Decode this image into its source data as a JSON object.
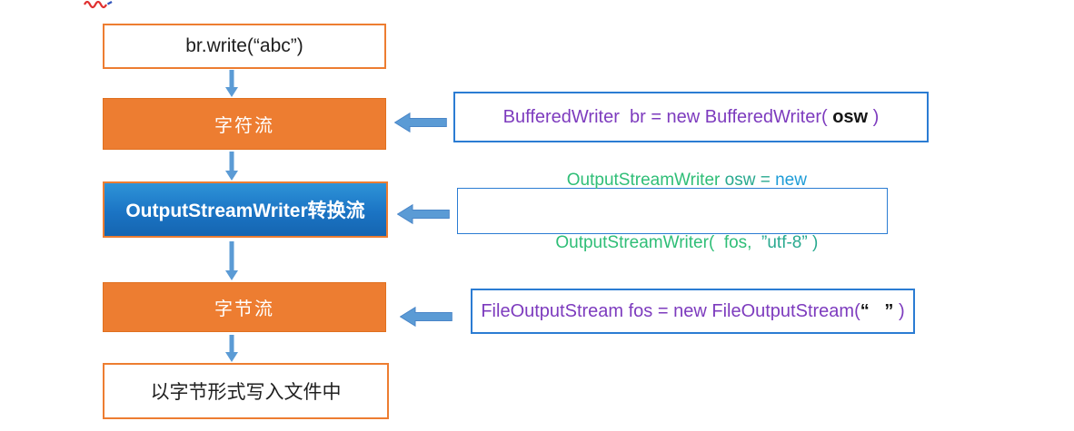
{
  "colors": {
    "box_orange": "#ED7D31",
    "arrow_blue": "#5B9BD5",
    "note_border_blue": "#2B7CD3",
    "code_purple": "#7D3BBE",
    "code_green": "#2FBE77",
    "code_teal": "#29A98F",
    "code_blue": "#1E9CD7",
    "converter_box_top": "#2E93D8",
    "converter_box_bottom": "#1565B0",
    "scribble_red": "#E03030"
  },
  "icons": {
    "scribble": "red-scribble-icon",
    "down_arrow": "down-arrow-icon",
    "left_arrow": "left-arrow-icon"
  },
  "flow": {
    "write_call": {
      "label": "br.write(“abc”)"
    },
    "char_stream": {
      "label": "字符流"
    },
    "converter_stream": {
      "label": "OutputStreamWriter转换流"
    },
    "byte_stream": {
      "label": "字节流"
    },
    "file_write": {
      "label": "以字节形式写入文件中"
    }
  },
  "notes": {
    "buffered_writer": {
      "pre": "BufferedWriter  br = new BufferedWriter( ",
      "arg": "osw",
      "post": " )"
    },
    "output_stream_writer": {
      "l1a": "OutputStreamWriter ",
      "l1b": "osw = ",
      "l1c": "new",
      "l2a": "OutputStreamWriter(  fos,",
      "l2b": "  ”utf-8” )"
    },
    "file_output_stream": {
      "pre": "FileOutputStream fos = new FileOutputStream(",
      "quote_open": "“",
      "gap": "   ",
      "quote_close": "”",
      "post": " )"
    }
  }
}
